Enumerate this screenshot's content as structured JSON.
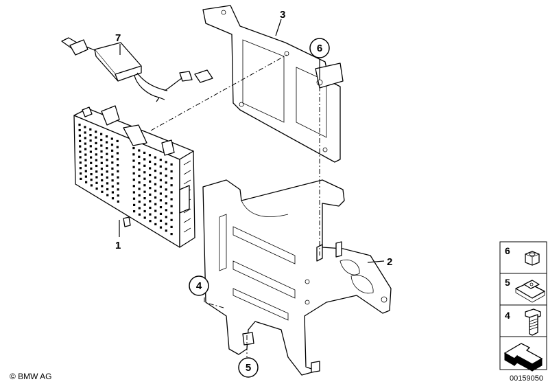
{
  "callouts": [
    {
      "id": "c1",
      "text": "1",
      "circled": false
    },
    {
      "id": "c2",
      "text": "2",
      "circled": false
    },
    {
      "id": "c3",
      "text": "3",
      "circled": false
    },
    {
      "id": "c4",
      "text": "4",
      "circled": true
    },
    {
      "id": "c5",
      "text": "5",
      "circled": true
    },
    {
      "id": "c6",
      "text": "6",
      "circled": true
    },
    {
      "id": "c7",
      "text": "7",
      "circled": false
    }
  ],
  "legend": [
    {
      "id": "l6",
      "text": "6"
    },
    {
      "id": "l5",
      "text": "5"
    },
    {
      "id": "l4",
      "text": "4"
    }
  ],
  "footer": {
    "copyright": "© BMW AG",
    "reference_number": "00159050"
  }
}
